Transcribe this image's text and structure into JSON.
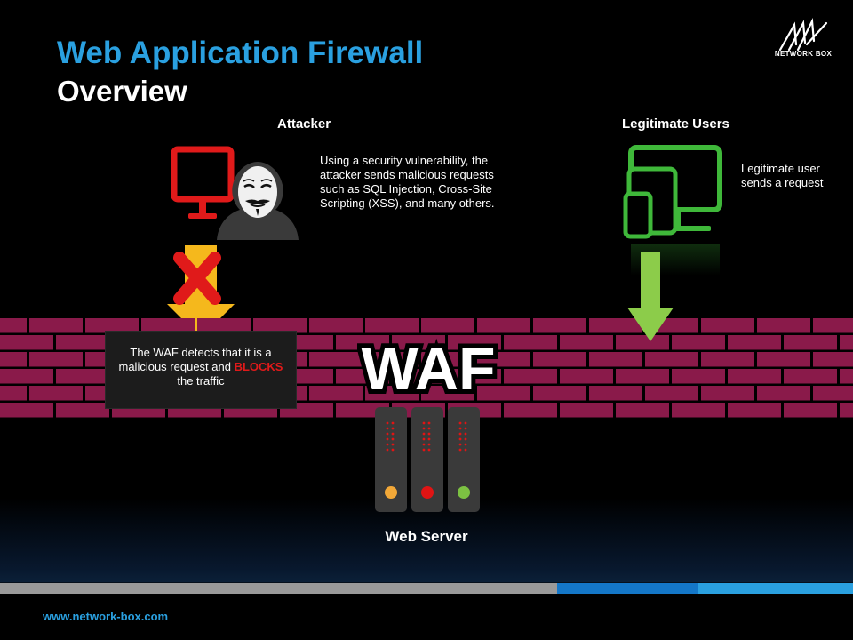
{
  "header": {
    "title_line1": "Web Application Firewall",
    "title_line2": "Overview"
  },
  "logo": {
    "text": "NETWORK BOX",
    "icon": "network-box-logo-icon"
  },
  "attacker": {
    "label": "Attacker",
    "description": "Using a security vulnerability, the attacker sends malicious requests such as SQL Injection, Cross-Site Scripting (XSS), and many others."
  },
  "legitimate": {
    "label": "Legitimate Users",
    "description": "Legitimate user sends a request"
  },
  "block_box": {
    "line_before": "The WAF detects that it is a malicious request and",
    "highlight": "BLOCKS",
    "line_after": "the traffic"
  },
  "waf": {
    "text": "WAF"
  },
  "server": {
    "label": "Web Server"
  },
  "footer": {
    "url": "www.network-box.com"
  },
  "colors": {
    "title_blue": "#2aa0e0",
    "brick": "#8a1a4a",
    "attacker_red": "#e01a1a",
    "arrow_orange": "#f5b81c",
    "user_green": "#3fb83a",
    "arrow_green": "#8ccc4a",
    "led_orange": "#f2a838",
    "led_red": "#e01414",
    "led_green": "#7cc142",
    "stripe_gray": "#9a9a9a",
    "stripe_blue": "#1477c8",
    "stripe_light_blue": "#2aa0e0"
  }
}
